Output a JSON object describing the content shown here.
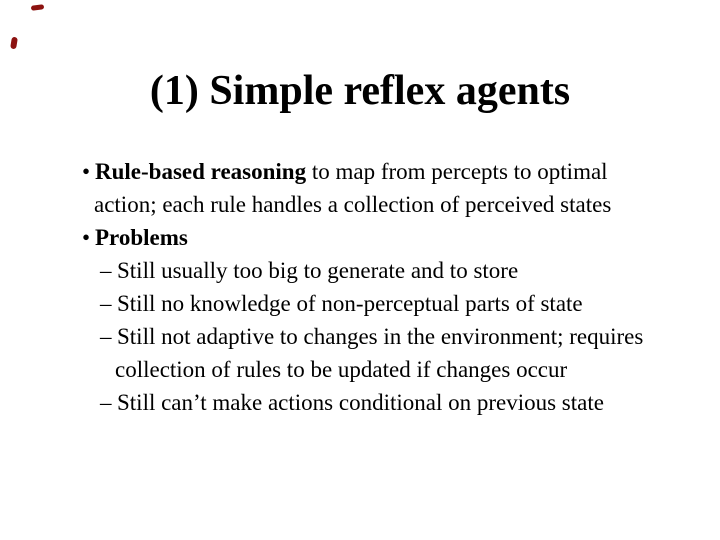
{
  "slide": {
    "title": "(1) Simple reflex agents",
    "bullet_char": "•",
    "dash_char": "–",
    "text_color": "#000000",
    "background_color": "#ffffff",
    "pen_mark_color": "#8c1210",
    "lines": [
      {
        "type": "b1",
        "bold": "Rule-based reasoning",
        "text": " to map from percepts to optimal"
      },
      {
        "type": "c1",
        "bold": "",
        "text": "action; each rule handles a collection of perceived states"
      },
      {
        "type": "b1",
        "bold": "Problems",
        "text": ""
      },
      {
        "type": "b2",
        "bold": "",
        "text": "Still usually too big to generate and to store"
      },
      {
        "type": "b2",
        "bold": "",
        "text": "Still no knowledge of non-perceptual parts of state"
      },
      {
        "type": "b2",
        "bold": "",
        "text": "Still not adaptive to changes in the environment; requires"
      },
      {
        "type": "c2",
        "bold": "",
        "text": "collection of rules to be updated if changes occur"
      },
      {
        "type": "b2",
        "bold": "",
        "text": "Still can’t make actions conditional on previous state"
      }
    ]
  }
}
